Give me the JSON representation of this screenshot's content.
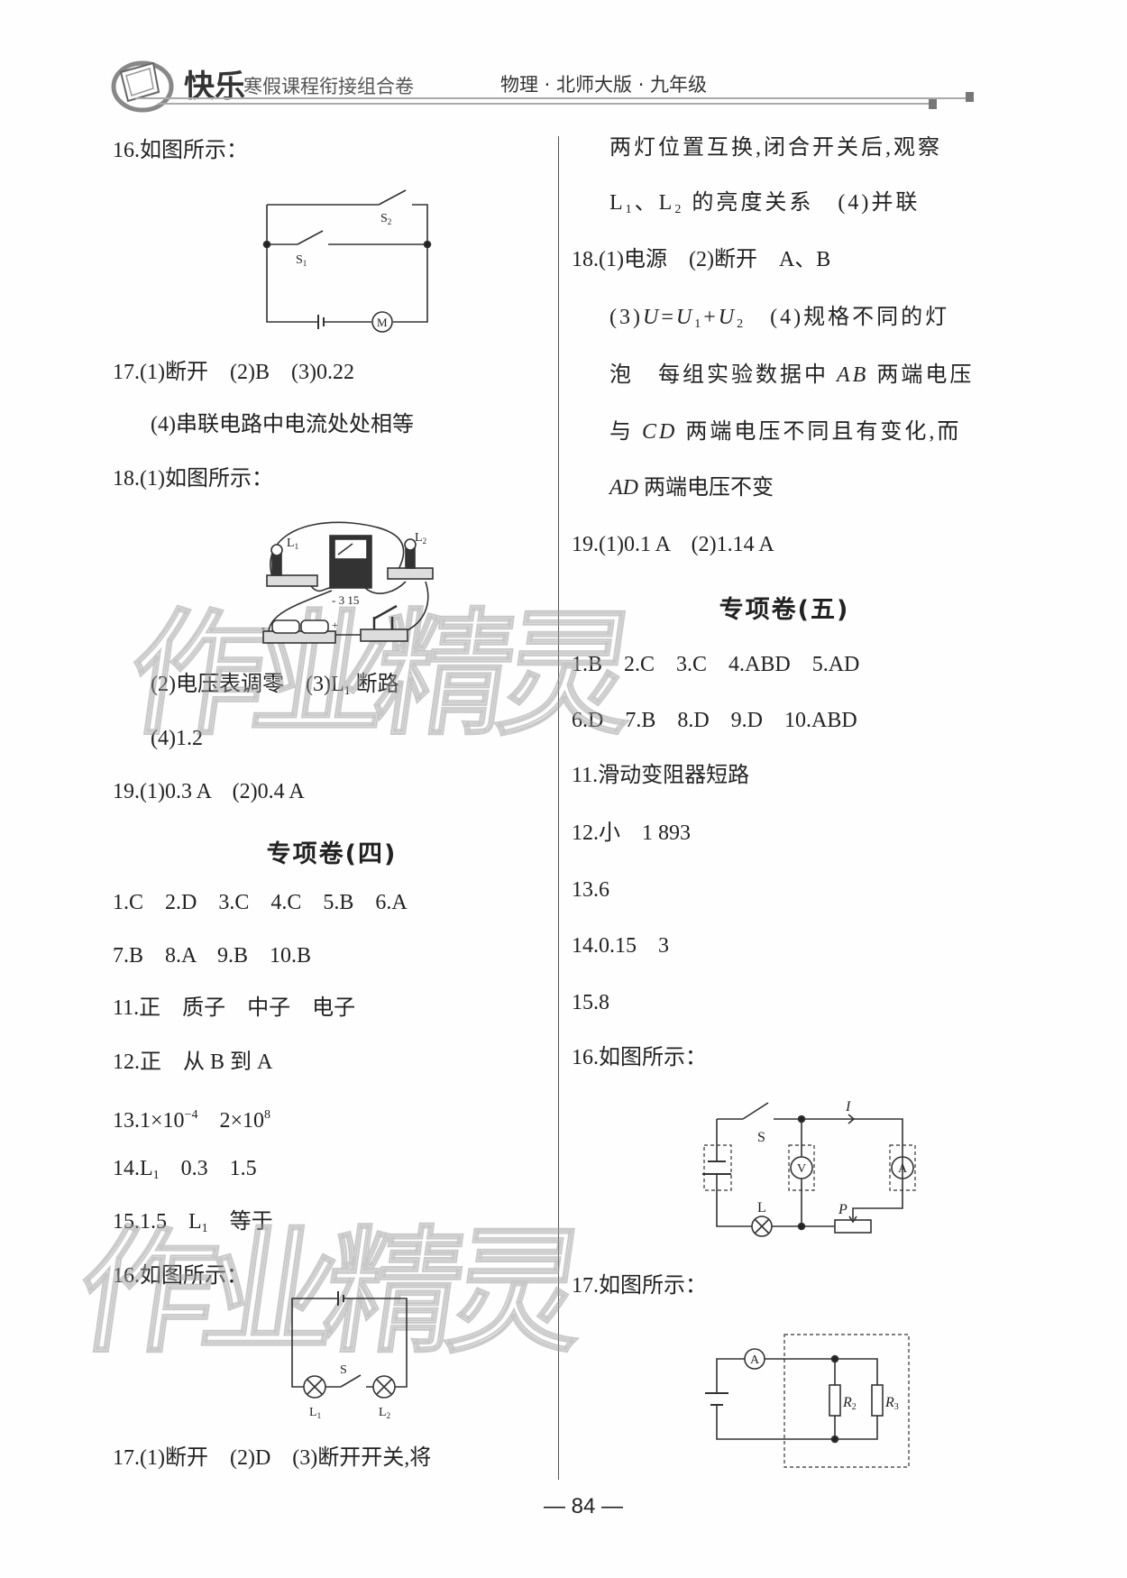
{
  "header": {
    "brand": "快乐",
    "series": "寒假课程衔接组合卷",
    "subject": "物理 · 北师大版 · 九年级"
  },
  "left_column": [
    [
      {
        "t": "16.如图所示："
      }
    ],
    [
      {
        "t": "17.(1)断开　(2)B　(3)0.22"
      }
    ],
    [
      {
        "t": "(4)串联电路中电流处处相等"
      }
    ],
    [
      {
        "t": "18.(1)如图所示："
      }
    ],
    [
      {
        "t": "(2)电压表调零　(3)L"
      },
      {
        "sub": "1"
      },
      {
        "t": " 断路"
      }
    ],
    [
      {
        "t": "(4)1.2"
      }
    ],
    [
      {
        "t": "19.(1)0.3 A　(2)0.4 A"
      }
    ],
    [
      {
        "t": "1.C　2.D　3.C　4.C　5.B　6.A"
      }
    ],
    [
      {
        "t": "7.B　8.A　9.B　10.B"
      }
    ],
    [
      {
        "t": "11.正　质子　中子　电子"
      }
    ],
    [
      {
        "t": "12.正　从 B 到 A"
      }
    ],
    [
      {
        "t": "13.1×10"
      },
      {
        "sup": "−4"
      },
      {
        "t": "　2×10"
      },
      {
        "sup": "8"
      }
    ],
    [
      {
        "t": "14.L"
      },
      {
        "sub": "1"
      },
      {
        "t": "　0.3　1.5"
      }
    ],
    [
      {
        "t": "15.1.5　L"
      },
      {
        "sub": "1"
      },
      {
        "t": "　等于"
      }
    ],
    [
      {
        "t": "16.如图所示："
      }
    ],
    [
      {
        "t": "17.(1)断开　(2)D　(3)断开开关,将"
      }
    ]
  ],
  "right_column": [
    [
      {
        "t": "两灯位置互换,闭合开关后,观察"
      }
    ],
    [
      {
        "t": "L"
      },
      {
        "sub": "1"
      },
      {
        "t": "、L"
      },
      {
        "sub": "2"
      },
      {
        "t": " 的亮度关系　(4)并联"
      }
    ],
    [
      {
        "t": "18.(1)电源　(2)断开　A、B"
      }
    ],
    [
      {
        "t": "(3)"
      },
      {
        "i": "U"
      },
      {
        "t": "="
      },
      {
        "i": "U"
      },
      {
        "sub": "1"
      },
      {
        "t": "+"
      },
      {
        "i": "U"
      },
      {
        "sub": "2"
      },
      {
        "t": "　(4)规格不同的灯"
      }
    ],
    [
      {
        "t": "泡　每组实验数据中 "
      },
      {
        "i": "AB"
      },
      {
        "t": " 两端电压"
      }
    ],
    [
      {
        "t": "与 "
      },
      {
        "i": "CD"
      },
      {
        "t": " 两端电压不同且有变化,而"
      }
    ],
    [
      {
        "i": "AD"
      },
      {
        "t": " 两端电压不变"
      }
    ],
    [
      {
        "t": "19.(1)0.1 A　(2)1.14 A"
      }
    ],
    [
      {
        "t": "1.B　2.C　3.C　4.ABD　5.AD"
      }
    ],
    [
      {
        "t": "6.D　7.B　8.D　9.D　10.ABD"
      }
    ],
    [
      {
        "t": "11.滑动变阻器短路"
      }
    ],
    [
      {
        "t": "12.小　1 893"
      }
    ],
    [
      {
        "t": "13.6"
      }
    ],
    [
      {
        "t": "14.0.15　3"
      }
    ],
    [
      {
        "t": "15.8"
      }
    ],
    [
      {
        "t": "16.如图所示："
      }
    ],
    [
      {
        "t": "17.如图所示："
      }
    ]
  ],
  "headings": {
    "set4": "专项卷(四)",
    "set5": "专项卷(五)"
  },
  "diagrams": {
    "circuit_switches": {
      "s2": "S",
      "s2_sub": "2",
      "s1": "S",
      "s1_sub": "1",
      "motor": "M"
    },
    "apparatus": {
      "l1": "L",
      "l1_sub": "1",
      "l2": "L",
      "l2_sub": "2",
      "terminals": "- 3 15",
      "minus": "-",
      "plus": "+"
    },
    "series_lamps": {
      "switch": "S",
      "l1": "L",
      "l1_sub": "1",
      "l2": "L",
      "l2_sub": "2"
    },
    "meter_circuit": {
      "current": "I",
      "switch": "S",
      "lamp": "L",
      "slider": "P",
      "voltmeter": "V",
      "ammeter": "A"
    },
    "parallel_resistors": {
      "ammeter": "A",
      "r2": "R",
      "r2_sub": "2",
      "r3": "R",
      "r3_sub": "3"
    }
  },
  "watermark": "作业精灵",
  "page_number": "— 84 —"
}
